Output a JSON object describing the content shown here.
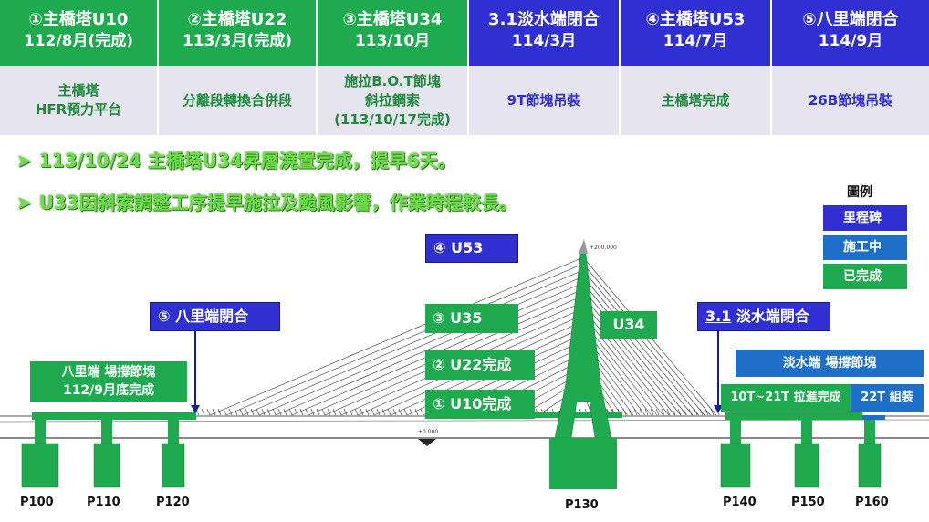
{
  "milestones": [
    {
      "num": "①",
      "title": "主橋塔U10",
      "date": "112/8月(完成)",
      "status": "done",
      "desc": "主橋塔\nHFR預力平台"
    },
    {
      "num": "②",
      "title": "主橋塔U22",
      "date": "113/3月(完成)",
      "status": "done",
      "desc": "分離段轉換合併段"
    },
    {
      "num": "③",
      "title": "主橋塔U34",
      "date": "113/10月",
      "status": "done",
      "desc": "施拉B.O.T節塊\n斜拉鋼索\n(113/10/17完成)"
    },
    {
      "num": "3.1",
      "title": "淡水端閉合",
      "date": "114/3月",
      "status": "plan",
      "desc": "9T節塊吊裝"
    },
    {
      "num": "④",
      "title": "主橋塔U53",
      "date": "114/7月",
      "status": "plan",
      "desc": "主橋塔完成"
    },
    {
      "num": "⑤",
      "title": "八里端閉合",
      "date": "114/9月",
      "status": "plan",
      "desc": "26B節塊吊裝"
    }
  ],
  "notes": [
    "113/10/24 主橋塔U34昇層澆置完成，提早6天。",
    "U33因斜索調整工序提早施拉及颱風影響，作業時程較長。"
  ],
  "legend": {
    "title": "圖例",
    "items": [
      {
        "label": "里程碑",
        "color": "#2f2fd2"
      },
      {
        "label": "施工中",
        "color": "#1e6fc7"
      },
      {
        "label": "已完成",
        "color": "#1faa4f"
      }
    ]
  },
  "diagram": {
    "tower_top_label": "+200.000",
    "ground_label": "+0.000",
    "tower_tag": "U34",
    "u53": {
      "num": "④",
      "text": "U53"
    },
    "u35": {
      "num": "③",
      "text": "U35"
    },
    "u22": {
      "num": "②",
      "text": "U22完成"
    },
    "u10": {
      "num": "①",
      "text": "U10完成"
    },
    "bali_close": {
      "num": "⑤",
      "text": "八里端閉合"
    },
    "tamsui_close": {
      "num": "3.1",
      "text": "淡水端閉合"
    },
    "bali_segment": {
      "line1": "八里端 場撐節塊",
      "line2": "112/9月底完成"
    },
    "tamsui_segment": "淡水端 場撐節塊",
    "cable_done": "10T~21T 拉進完成",
    "assembly": "22T 組裝",
    "piers": [
      "P100",
      "P110",
      "P120",
      "P130",
      "P140",
      "P150",
      "P160"
    ]
  }
}
